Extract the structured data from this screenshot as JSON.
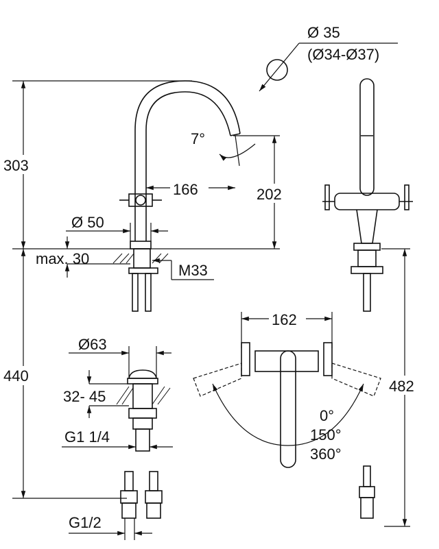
{
  "dimensions": {
    "dia35": "Ø 35",
    "dia35_range": "(Ø34-Ø37)",
    "height_303": "303",
    "angle_7": "7°",
    "reach_166": "166",
    "height_202": "202",
    "dia50": "Ø 50",
    "max30": "max. 30",
    "thread_m33": "M33",
    "spacing_162": "162",
    "dia63": "Ø63",
    "range_32_45": "32- 45",
    "thread_g1_14": "G1 1/4",
    "height_440": "440",
    "height_482": "482",
    "rot_0": "0°",
    "rot_150": "150°",
    "rot_360": "360°",
    "thread_g12": "G1/2"
  }
}
